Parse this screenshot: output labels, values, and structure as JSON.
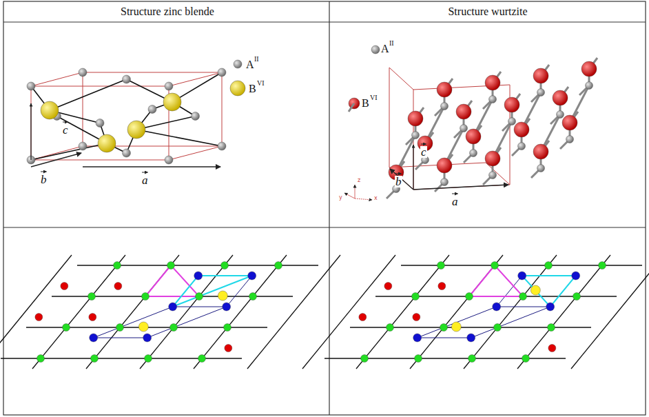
{
  "diagram": {
    "labels": [
      "Structure zinc blende",
      "Structure wurtzite",
      "A",
      "II",
      "B",
      "VI",
      "c",
      "b",
      "a",
      "A",
      "II",
      "B",
      "VI",
      "c",
      "b",
      "a",
      "z",
      "y",
      "x"
    ]
  }
}
